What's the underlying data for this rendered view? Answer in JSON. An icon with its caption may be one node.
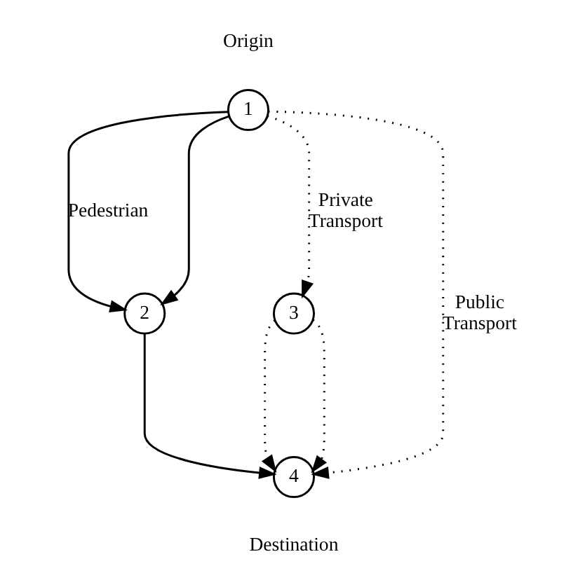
{
  "diagram": {
    "nodes": [
      {
        "text": [
          "1"
        ],
        "beside": [
          "Origin"
        ]
      },
      {
        "text": [
          "2"
        ]
      },
      {
        "text": [
          "3"
        ]
      },
      {
        "text": [
          "4"
        ],
        "beside": [
          "Destination"
        ]
      }
    ],
    "edges": [
      {
        "from": 0,
        "to": 1,
        "arrow": "to",
        "label": "Pedestrian"
      },
      {
        "from": 0,
        "to": 1,
        "arrow": "to"
      },
      {
        "from": 0,
        "to": 2,
        "arrow": "to",
        "style": "dashed",
        "label": "Private Transport"
      },
      {
        "from": 0,
        "to": 3,
        "arrow": "to",
        "style": "dashed",
        "label": "Public Transport"
      },
      {
        "from": 1,
        "to": 3,
        "arrow": "to"
      },
      {
        "from": 2,
        "to": 3,
        "arrow": "to",
        "style": "dashed"
      },
      {
        "from": 2,
        "to": 3,
        "arrow": "to",
        "style": "dashed"
      }
    ]
  }
}
